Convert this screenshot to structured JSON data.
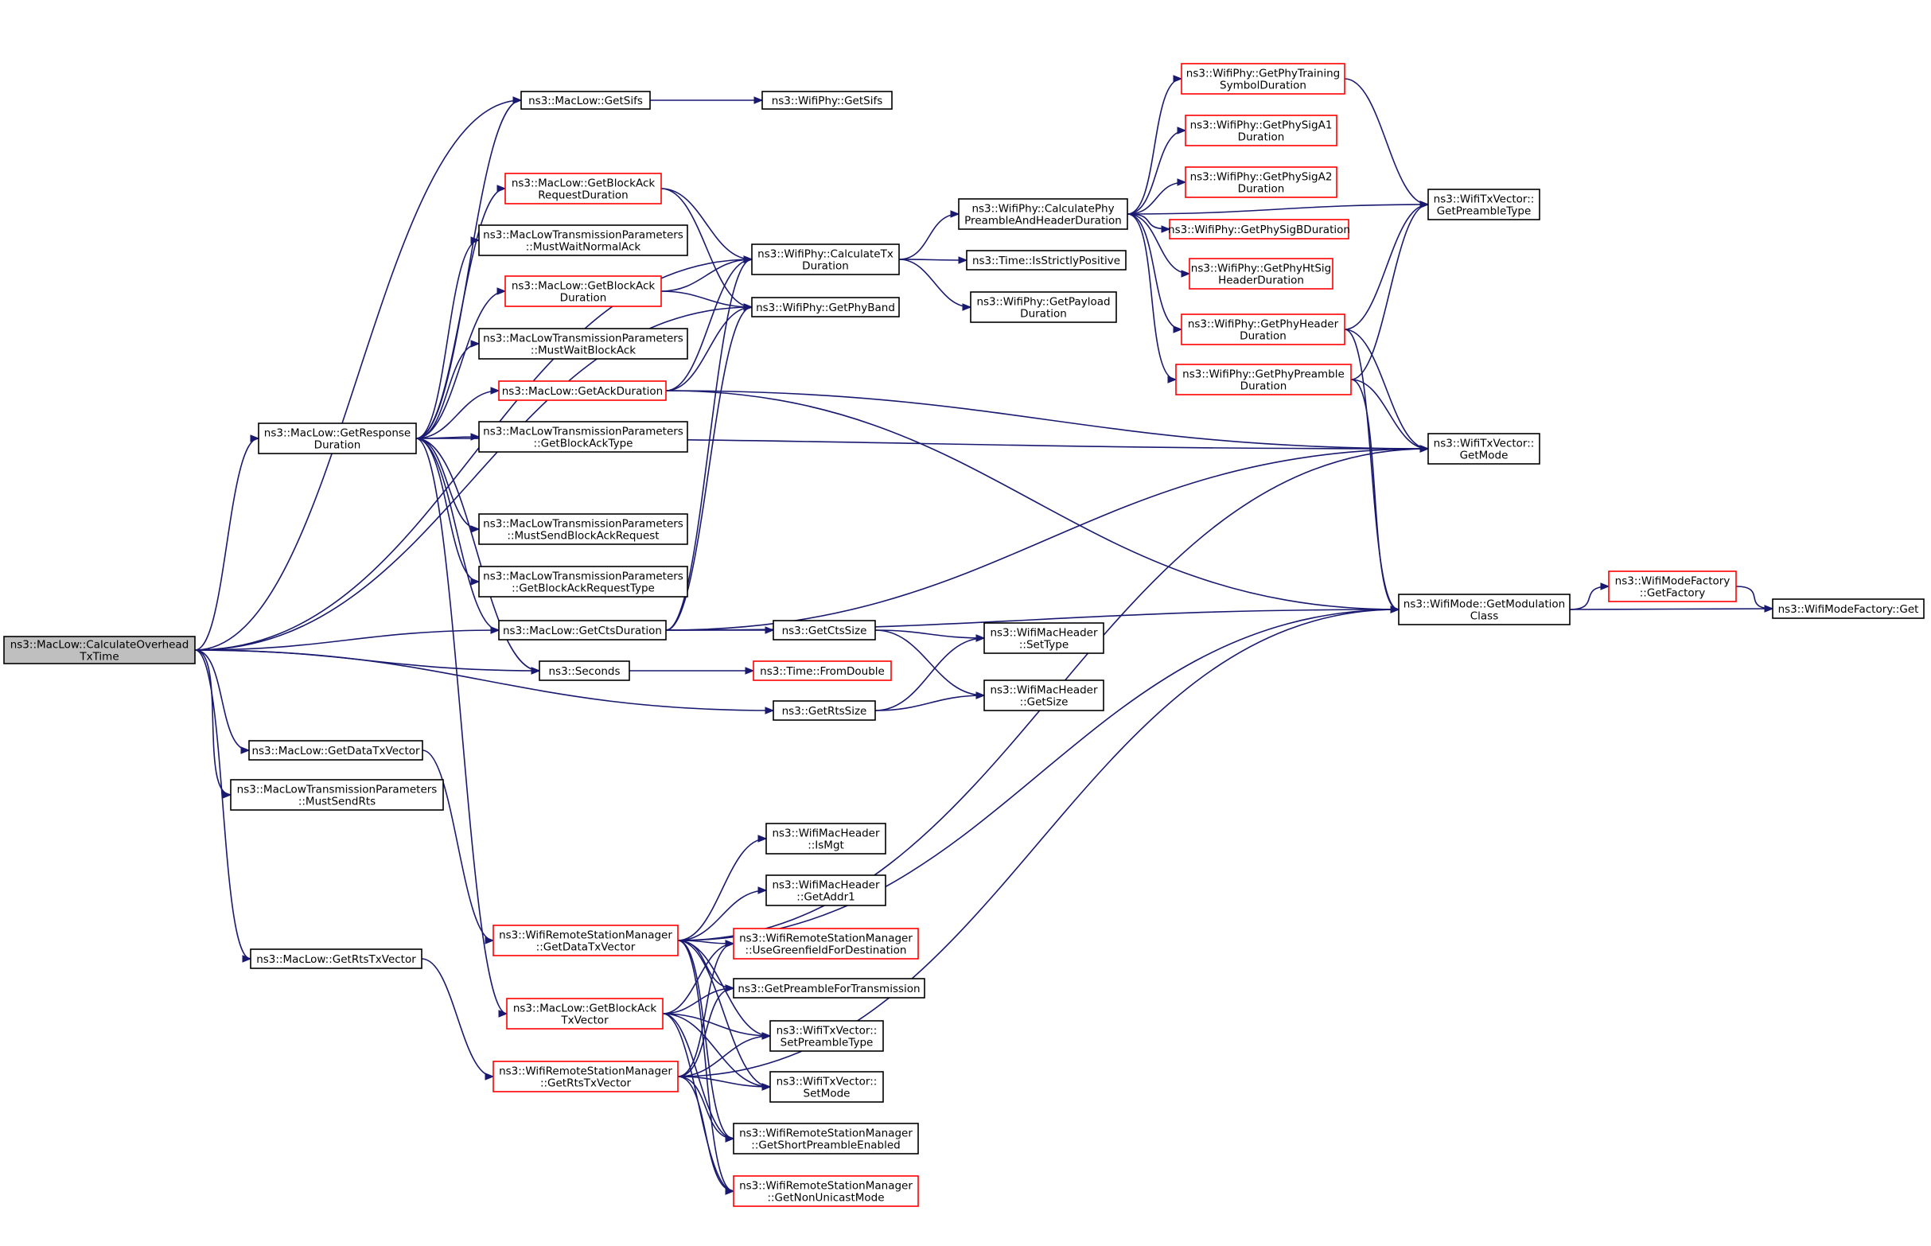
{
  "colors": {
    "edge": "#191970",
    "root_fill": "#bfbfbf",
    "node_border": "#000000",
    "truncated_border": "#ff0000"
  },
  "nodes": {
    "n0": {
      "lines": [
        "ns3::MacLow::CalculateOverhead",
        "TxTime"
      ],
      "style": "root"
    },
    "n1": {
      "lines": [
        "ns3::MacLow::GetSifs"
      ],
      "style": "normal"
    },
    "n2": {
      "lines": [
        "ns3::WifiPhy::GetSifs"
      ],
      "style": "normal"
    },
    "n3": {
      "lines": [
        "ns3::MacLow::GetBlockAck",
        "RequestDuration"
      ],
      "style": "red"
    },
    "n4": {
      "lines": [
        "ns3::WifiPhy::CalculateTx",
        "Duration"
      ],
      "style": "normal"
    },
    "n5": {
      "lines": [
        "ns3::WifiPhy::GetPhyBand"
      ],
      "style": "normal"
    },
    "n6": {
      "lines": [
        "ns3::WifiPhy::CalculatePhy",
        "PreambleAndHeaderDuration"
      ],
      "style": "normal"
    },
    "n7": {
      "lines": [
        "ns3::Time::IsStrictlyPositive"
      ],
      "style": "normal"
    },
    "n8": {
      "lines": [
        "ns3::WifiPhy::GetPayload",
        "Duration"
      ],
      "style": "normal"
    },
    "n9": {
      "lines": [
        "ns3::WifiPhy::GetPhyTraining",
        "SymbolDuration"
      ],
      "style": "red"
    },
    "n10": {
      "lines": [
        "ns3::WifiPhy::GetPhySigA1",
        "Duration"
      ],
      "style": "red"
    },
    "n11": {
      "lines": [
        "ns3::WifiPhy::GetPhySigA2",
        "Duration"
      ],
      "style": "red"
    },
    "n12": {
      "lines": [
        "ns3::WifiPhy::GetPhySigBDuration"
      ],
      "style": "red"
    },
    "n13": {
      "lines": [
        "ns3::WifiPhy::GetPhyHtSig",
        "HeaderDuration"
      ],
      "style": "red"
    },
    "n14": {
      "lines": [
        "ns3::WifiPhy::GetPhyHeader",
        "Duration"
      ],
      "style": "red"
    },
    "n15": {
      "lines": [
        "ns3::WifiPhy::GetPhyPreamble",
        "Duration"
      ],
      "style": "red"
    },
    "n16": {
      "lines": [
        "ns3::WifiTxVector::",
        "GetPreambleType"
      ],
      "style": "normal"
    },
    "n17": {
      "lines": [
        "ns3::WifiTxVector::",
        "GetMode"
      ],
      "style": "normal"
    },
    "n18": {
      "lines": [
        "ns3::WifiMode::GetModulation",
        "Class"
      ],
      "style": "normal"
    },
    "n19": {
      "lines": [
        "ns3::WifiModeFactory",
        "::GetFactory"
      ],
      "style": "red"
    },
    "n20": {
      "lines": [
        "ns3::WifiModeFactory::Get"
      ],
      "style": "normal"
    },
    "n21": {
      "lines": [
        "ns3::MacLowTransmissionParameters",
        "::MustWaitNormalAck"
      ],
      "style": "normal"
    },
    "n22": {
      "lines": [
        "ns3::MacLow::GetBlockAck",
        "Duration"
      ],
      "style": "red"
    },
    "n23": {
      "lines": [
        "ns3::MacLowTransmissionParameters",
        "::MustWaitBlockAck"
      ],
      "style": "normal"
    },
    "n24": {
      "lines": [
        "ns3::MacLow::GetAckDuration"
      ],
      "style": "red"
    },
    "n25": {
      "lines": [
        "ns3::MacLow::GetResponse",
        "Duration"
      ],
      "style": "normal"
    },
    "n26": {
      "lines": [
        "ns3::MacLowTransmissionParameters",
        "::GetBlockAckType"
      ],
      "style": "normal"
    },
    "n27": {
      "lines": [
        "ns3::MacLowTransmissionParameters",
        "::MustSendBlockAckRequest"
      ],
      "style": "normal"
    },
    "n28": {
      "lines": [
        "ns3::MacLowTransmissionParameters",
        "::GetBlockAckRequestType"
      ],
      "style": "normal"
    },
    "n29": {
      "lines": [
        "ns3::MacLow::GetCtsDuration"
      ],
      "style": "normal"
    },
    "n30": {
      "lines": [
        "ns3::GetCtsSize"
      ],
      "style": "normal"
    },
    "n31": {
      "lines": [
        "ns3::WifiMacHeader",
        "::SetType"
      ],
      "style": "normal"
    },
    "n32": {
      "lines": [
        "ns3::Seconds"
      ],
      "style": "normal"
    },
    "n33": {
      "lines": [
        "ns3::Time::FromDouble"
      ],
      "style": "red"
    },
    "n34": {
      "lines": [
        "ns3::GetRtsSize"
      ],
      "style": "normal"
    },
    "n35": {
      "lines": [
        "ns3::WifiMacHeader",
        "::GetSize"
      ],
      "style": "normal"
    },
    "n36": {
      "lines": [
        "ns3::MacLow::GetDataTxVector"
      ],
      "style": "normal"
    },
    "n37": {
      "lines": [
        "ns3::MacLowTransmissionParameters",
        "::MustSendRts"
      ],
      "style": "normal"
    },
    "n38": {
      "lines": [
        "ns3::WifiMacHeader",
        "::IsMgt"
      ],
      "style": "normal"
    },
    "n39": {
      "lines": [
        "ns3::WifiMacHeader",
        "::GetAddr1"
      ],
      "style": "normal"
    },
    "n40": {
      "lines": [
        "ns3::WifiRemoteStationManager",
        "::GetDataTxVector"
      ],
      "style": "red"
    },
    "n41": {
      "lines": [
        "ns3::WifiRemoteStationManager",
        "::UseGreenfieldForDestination"
      ],
      "style": "red"
    },
    "n42": {
      "lines": [
        "ns3::GetPreambleForTransmission"
      ],
      "style": "normal"
    },
    "n43": {
      "lines": [
        "ns3::MacLow::GetRtsTxVector"
      ],
      "style": "normal"
    },
    "n44": {
      "lines": [
        "ns3::MacLow::GetBlockAck",
        "TxVector"
      ],
      "style": "red"
    },
    "n45": {
      "lines": [
        "ns3::WifiTxVector::",
        "SetPreambleType"
      ],
      "style": "normal"
    },
    "n46": {
      "lines": [
        "ns3::WifiRemoteStationManager",
        "::GetRtsTxVector"
      ],
      "style": "red"
    },
    "n47": {
      "lines": [
        "ns3::WifiTxVector::",
        "SetMode"
      ],
      "style": "normal"
    },
    "n48": {
      "lines": [
        "ns3::WifiRemoteStationManager",
        "::GetShortPreambleEnabled"
      ],
      "style": "normal"
    },
    "n49": {
      "lines": [
        "ns3::WifiRemoteStationManager",
        "::GetNonUnicastMode"
      ],
      "style": "red"
    }
  },
  "edges": [
    [
      "n0",
      "n1"
    ],
    [
      "n0",
      "n4"
    ],
    [
      "n0",
      "n5"
    ],
    [
      "n0",
      "n25"
    ],
    [
      "n0",
      "n29"
    ],
    [
      "n0",
      "n32"
    ],
    [
      "n0",
      "n34"
    ],
    [
      "n0",
      "n36"
    ],
    [
      "n0",
      "n37"
    ],
    [
      "n0",
      "n43"
    ],
    [
      "n1",
      "n2"
    ],
    [
      "n3",
      "n4"
    ],
    [
      "n3",
      "n5"
    ],
    [
      "n4",
      "n6"
    ],
    [
      "n4",
      "n7"
    ],
    [
      "n4",
      "n8"
    ],
    [
      "n6",
      "n9"
    ],
    [
      "n6",
      "n10"
    ],
    [
      "n6",
      "n11"
    ],
    [
      "n6",
      "n12"
    ],
    [
      "n6",
      "n13"
    ],
    [
      "n6",
      "n14"
    ],
    [
      "n6",
      "n15"
    ],
    [
      "n6",
      "n16"
    ],
    [
      "n9",
      "n16"
    ],
    [
      "n14",
      "n16"
    ],
    [
      "n14",
      "n17"
    ],
    [
      "n14",
      "n18"
    ],
    [
      "n15",
      "n16"
    ],
    [
      "n15",
      "n17"
    ],
    [
      "n15",
      "n18"
    ],
    [
      "n18",
      "n19"
    ],
    [
      "n18",
      "n20"
    ],
    [
      "n19",
      "n20"
    ],
    [
      "n22",
      "n4"
    ],
    [
      "n22",
      "n5"
    ],
    [
      "n24",
      "n4"
    ],
    [
      "n24",
      "n5"
    ],
    [
      "n24",
      "n17"
    ],
    [
      "n24",
      "n18"
    ],
    [
      "n25",
      "n1"
    ],
    [
      "n25",
      "n3"
    ],
    [
      "n25",
      "n21"
    ],
    [
      "n25",
      "n22"
    ],
    [
      "n25",
      "n23"
    ],
    [
      "n25",
      "n24"
    ],
    [
      "n25",
      "n26"
    ],
    [
      "n25",
      "n27"
    ],
    [
      "n25",
      "n28"
    ],
    [
      "n25",
      "n29"
    ],
    [
      "n25",
      "n32"
    ],
    [
      "n25",
      "n44"
    ],
    [
      "n25",
      "n17"
    ],
    [
      "n29",
      "n4"
    ],
    [
      "n29",
      "n5"
    ],
    [
      "n29",
      "n17"
    ],
    [
      "n29",
      "n18"
    ],
    [
      "n29",
      "n30"
    ],
    [
      "n30",
      "n31"
    ],
    [
      "n30",
      "n35"
    ],
    [
      "n32",
      "n33"
    ],
    [
      "n34",
      "n31"
    ],
    [
      "n34",
      "n35"
    ],
    [
      "n36",
      "n40"
    ],
    [
      "n40",
      "n17"
    ],
    [
      "n40",
      "n18"
    ],
    [
      "n40",
      "n38"
    ],
    [
      "n40",
      "n39"
    ],
    [
      "n40",
      "n41"
    ],
    [
      "n40",
      "n42"
    ],
    [
      "n40",
      "n45"
    ],
    [
      "n40",
      "n47"
    ],
    [
      "n40",
      "n48"
    ],
    [
      "n40",
      "n49"
    ],
    [
      "n43",
      "n46"
    ],
    [
      "n44",
      "n41"
    ],
    [
      "n44",
      "n42"
    ],
    [
      "n44",
      "n45"
    ],
    [
      "n44",
      "n47"
    ],
    [
      "n44",
      "n48"
    ],
    [
      "n44",
      "n49"
    ],
    [
      "n46",
      "n41"
    ],
    [
      "n46",
      "n42"
    ],
    [
      "n46",
      "n45"
    ],
    [
      "n46",
      "n47"
    ],
    [
      "n46",
      "n48"
    ],
    [
      "n46",
      "n49"
    ],
    [
      "n46",
      "n18"
    ]
  ]
}
